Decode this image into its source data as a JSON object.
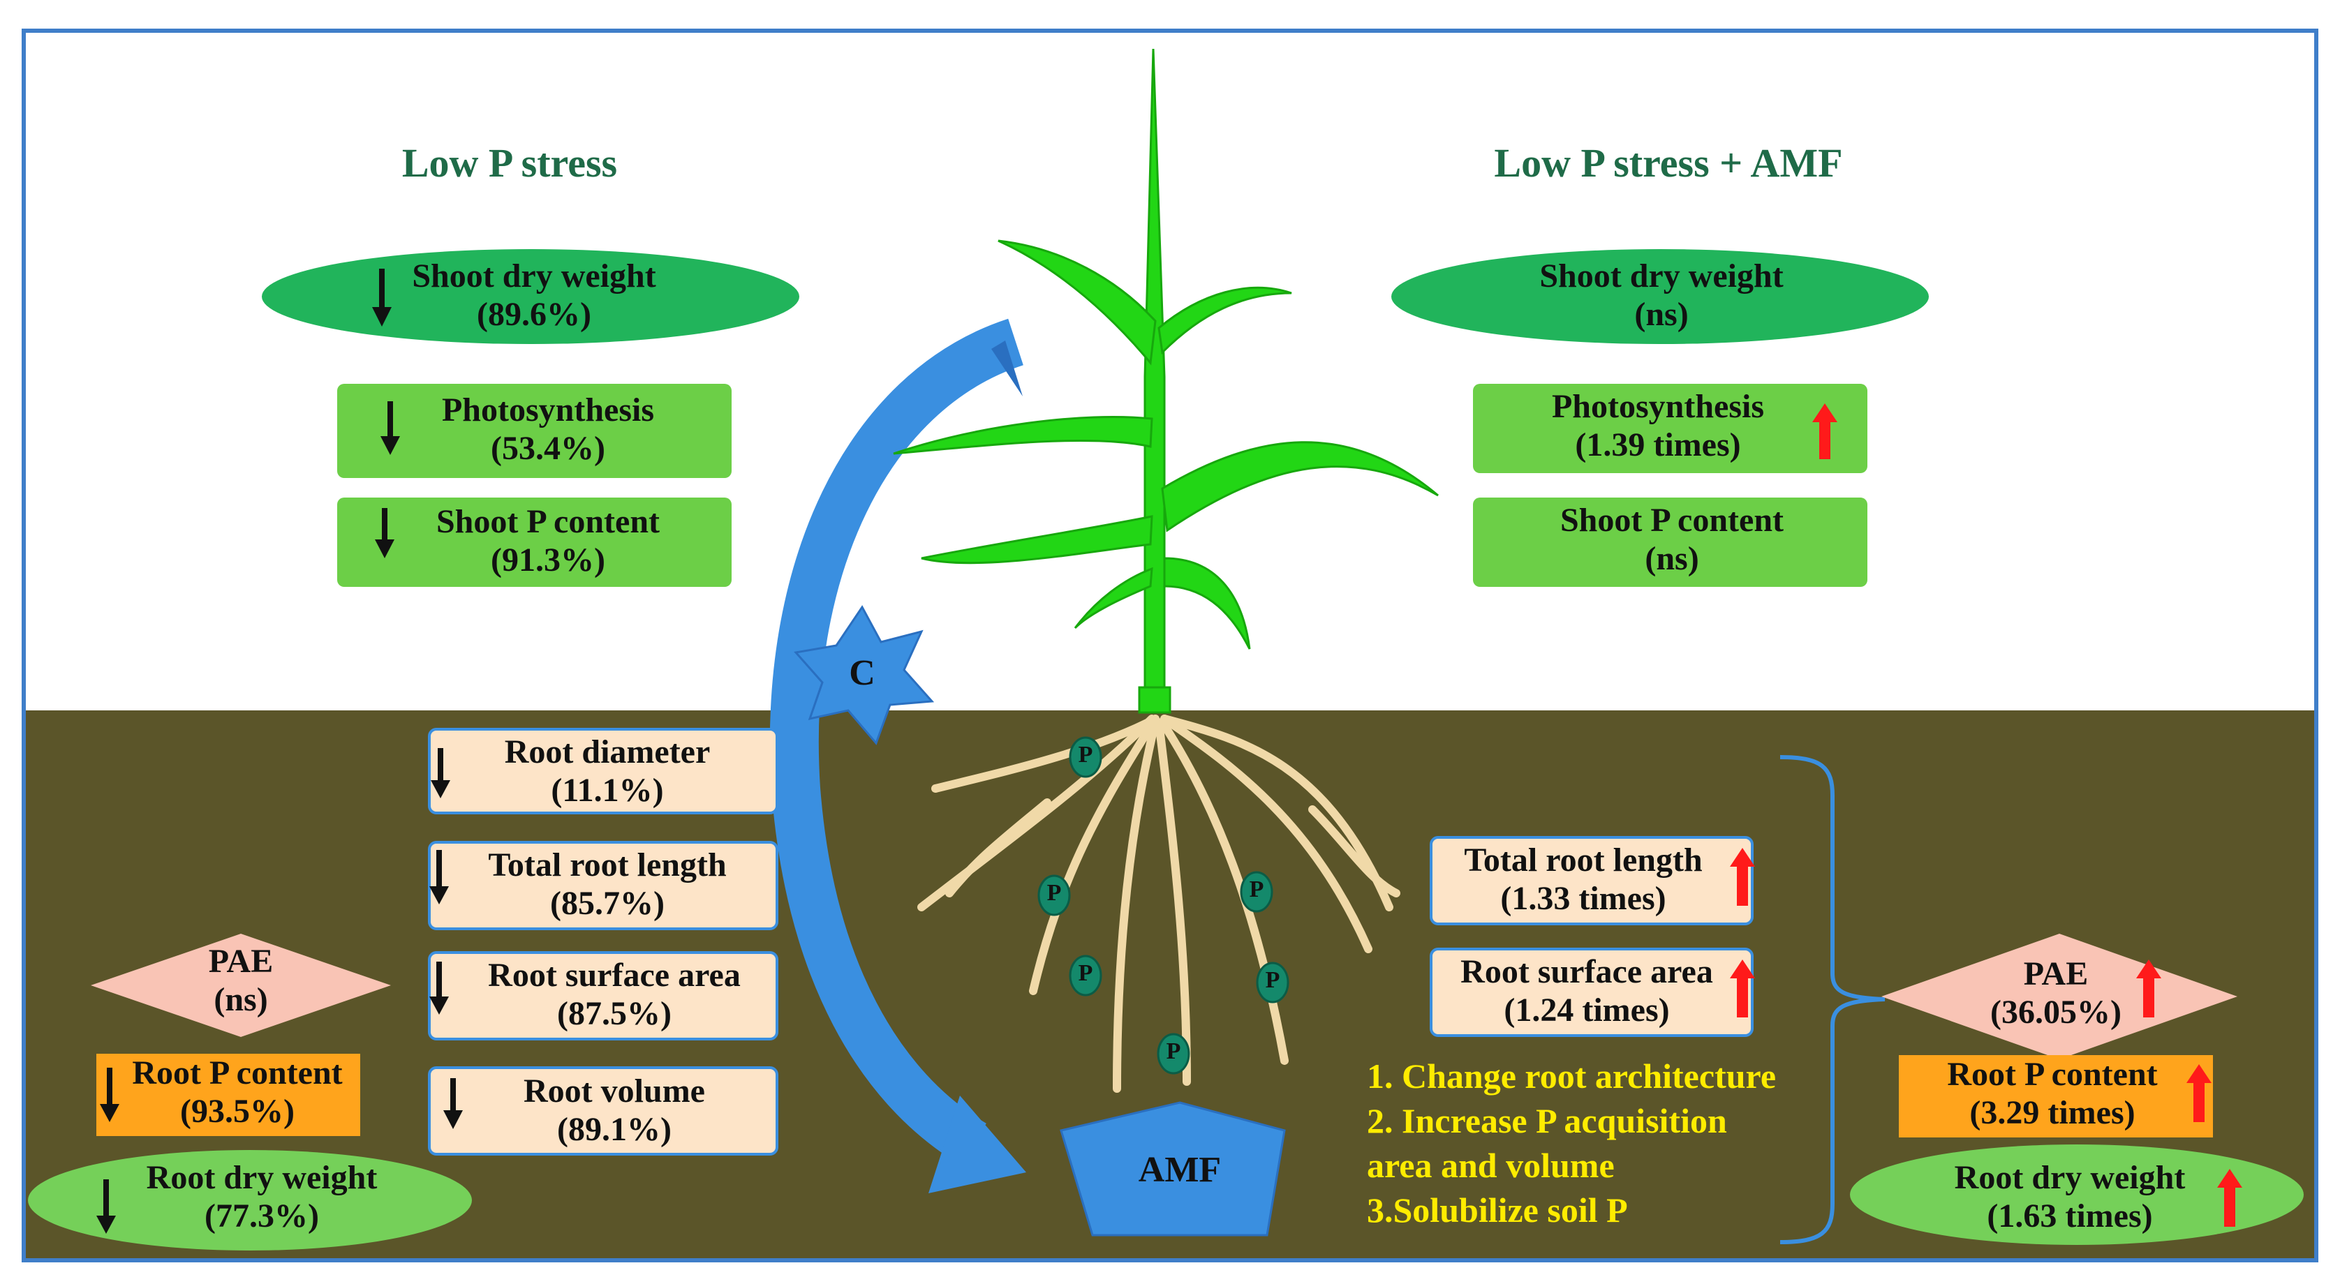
{
  "headers": {
    "left": "Low P stress",
    "right": "Low P stress + AMF"
  },
  "left_shoot": {
    "shoot_dry_weight": {
      "label": "Shoot dry weight",
      "value": "(89.6%)",
      "direction": "down"
    },
    "photosynthesis": {
      "label": "Photosynthesis",
      "value": "(53.4%)",
      "direction": "down"
    },
    "shoot_p_content": {
      "label": "Shoot P content",
      "value": "(91.3%)",
      "direction": "down"
    }
  },
  "right_shoot": {
    "shoot_dry_weight": {
      "label": "Shoot dry weight",
      "value": "(ns)"
    },
    "photosynthesis": {
      "label": "Photosynthesis",
      "value": "(1.39 times)",
      "direction": "up"
    },
    "shoot_p_content": {
      "label": "Shoot P content",
      "value": "(ns)"
    }
  },
  "left_root_traits": {
    "root_diameter": {
      "label": "Root diameter",
      "value": "(11.1%)",
      "direction": "down"
    },
    "total_root_length": {
      "label": "Total root length",
      "value": "(85.7%)",
      "direction": "down"
    },
    "root_surface_area": {
      "label": "Root surface area",
      "value": "(87.5%)",
      "direction": "down"
    },
    "root_volume": {
      "label": "Root volume",
      "value": "(89.1%)",
      "direction": "down"
    }
  },
  "left_bottom": {
    "pae": {
      "label": "PAE",
      "value": "(ns)"
    },
    "root_p_content": {
      "label": "Root P content",
      "value": "(93.5%)",
      "direction": "down"
    },
    "root_dry_weight": {
      "label": "Root dry weight",
      "value": "(77.3%)",
      "direction": "down"
    }
  },
  "right_root_traits": {
    "total_root_length": {
      "label": "Total root length",
      "value": "(1.33 times)",
      "direction": "up"
    },
    "root_surface_area": {
      "label": "Root surface area",
      "value": "(1.24 times)",
      "direction": "up"
    }
  },
  "right_bottom": {
    "pae": {
      "label": "PAE",
      "value": "(36.05%)",
      "direction": "up"
    },
    "root_p_content": {
      "label": "Root P content",
      "value": "(3.29 times)",
      "direction": "up"
    },
    "root_dry_weight": {
      "label": "Root dry weight",
      "value": "(1.63 times)",
      "direction": "up"
    }
  },
  "mechanisms": [
    "1. Change root architecture",
    "2. Increase P acquisition",
    "area and volume",
    "3.Solubilize soil P"
  ],
  "amf_label": "AMF",
  "carbon_label": "C",
  "phosphate_label": "P",
  "colors": {
    "soil": "#5b5529",
    "frame": "#3f7ec9",
    "leaf": "#22d615",
    "ellipse_green": "#21b45b",
    "box_green": "#6ccf47",
    "light_green_ellipse": "#75d059",
    "peach_box": "#fde4c8",
    "pink_diamond": "#f9c4b5",
    "orange_box": "#ffa41c",
    "arrow_blue": "#3a8fe0",
    "up_arrow_red": "#ff1a1a",
    "header_text": "#1f6b48",
    "mechanism_text": "#ffec00"
  }
}
